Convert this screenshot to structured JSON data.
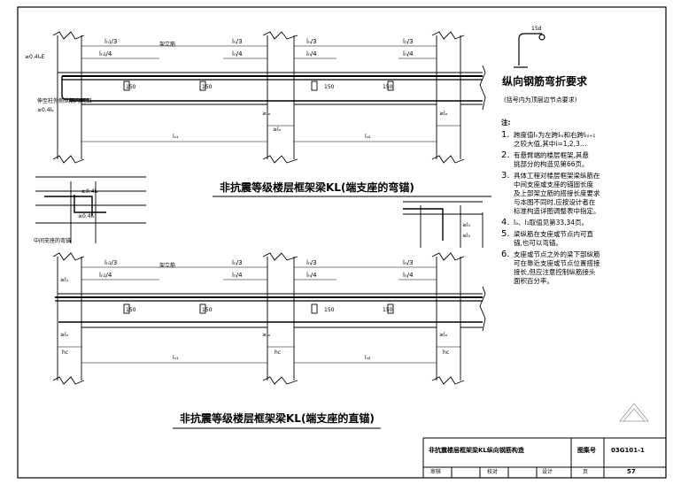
{
  "diagrams": {
    "top_title": "非抗震等级楼层框架梁KL(端支座的弯锚)",
    "bottom_title": "非抗震等级楼层框架梁KL(端支座的直锚)",
    "middle_support_label": "中间支座的弯锚",
    "top_dims": [
      "lₙ₁/3",
      "lₙ₁/4",
      "lₙ/3",
      "lₙ/4",
      "lₙ/3",
      "lₙ/4",
      "lₙ/3",
      "lₙ/4"
    ],
    "bottom_dims": [
      "lₙ₁/3",
      "lₙ₁/4",
      "lₙ/3",
      "lₙ/4",
      "lₙ/3",
      "lₙ/4",
      "lₙ/3",
      "lₙ/4"
    ],
    "spacing_label": "150",
    "span_top_left": "lₙ₁",
    "span_top_right": "lₙ₂",
    "span_bottom_left": "lₙ₁",
    "span_bottom_right": "lₙ₂",
    "anchor_0_4": "≥0.4lₐ",
    "anchor_la": "≥lₐ",
    "anchor_l1": "≥l₁",
    "anchor_le": "≤l₁",
    "hc_label": "hᴄ",
    "top_left_label": "≥0.4lₐE",
    "rebar_note": "伸至柱外侧纵筋内侧,且",
    "top_tag": "架立筋",
    "bottom_tag": "架立筋"
  },
  "bend": {
    "title": "纵向钢筋弯折要求",
    "subtitle": "(括号内为顶层边节点要求)",
    "dim_label": "15d"
  },
  "notes": {
    "heading": "注:",
    "items": [
      {
        "num": "1.",
        "lines": [
          "跨度值lₙ为左跨lₙᵢ和右跨lₙᵢ₊₁",
          "之较大值,其中i=1,2,3…"
        ]
      },
      {
        "num": "2.",
        "lines": [
          "有悬臂端的楼层框架,其悬",
          "挑部分的构造见第66页。"
        ]
      },
      {
        "num": "3.",
        "lines": [
          "具体工程对楼层框架梁纵筋在",
          "中间支座或支座的锚固长度",
          "及上部架立筋的搭接长度要求",
          "与本图不同时,应按设计者在",
          "标准构造详图调整表中指定。"
        ]
      },
      {
        "num": "4.",
        "lines": [
          "lₐ、l₁取值见第33,34页。"
        ]
      },
      {
        "num": "5.",
        "lines": [
          "梁纵筋在支座或节点内可直",
          "锚,也可以弯锚。"
        ]
      },
      {
        "num": "6.",
        "lines": [
          "支座或节点之外的梁下部纵筋",
          "可在靠近支座或节点位置搭接",
          "接长,但应注意控制纵筋接头",
          "面积百分率。"
        ]
      }
    ]
  },
  "title_block": {
    "main_title": "非抗震楼层框架梁KL纵向钢筋构造",
    "atlas_label": "图集号",
    "atlas_no": "03G101-1",
    "review": "审核",
    "check": "校对",
    "design": "设计",
    "page_label": "页",
    "page_no": "57"
  }
}
